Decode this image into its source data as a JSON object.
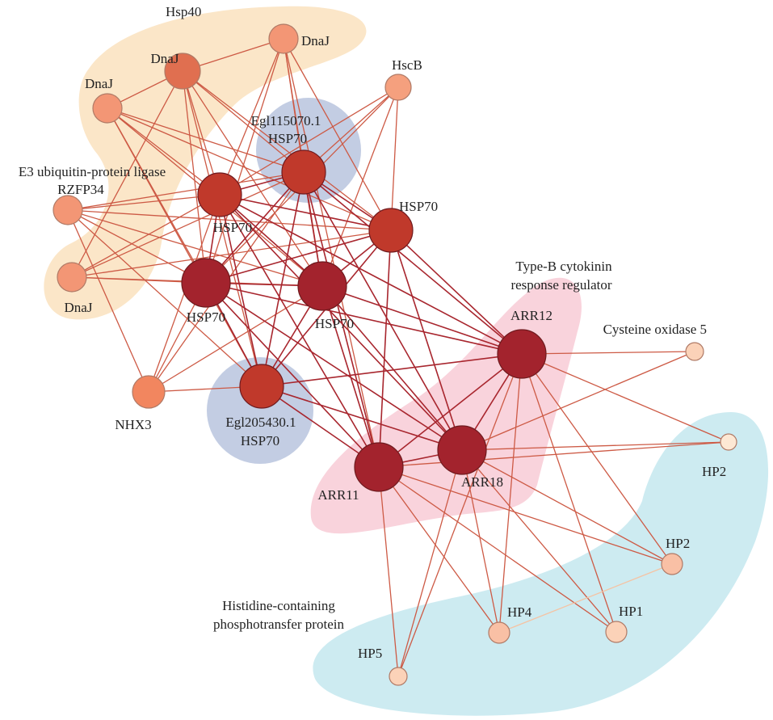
{
  "groups": [
    {
      "id": "hsp40",
      "label": "Hsp40",
      "color": "#fbe6c8"
    },
    {
      "id": "arr",
      "label_lines": [
        "Type-B cytokinin",
        "response regulator"
      ],
      "color": "#f9d3dc"
    },
    {
      "id": "hp",
      "label_lines": [
        "Histidine-containing",
        "phosphotransfer protein"
      ],
      "color": "#cdebf1"
    },
    {
      "id": "egl1",
      "color": "#c3cde3"
    },
    {
      "id": "egl2",
      "color": "#c3cde3"
    }
  ],
  "nodes": [
    {
      "id": "n1",
      "label": [
        "DnaJ"
      ],
      "color": "#e06f50"
    },
    {
      "id": "n2",
      "label": [
        "DnaJ"
      ],
      "color": "#f39675"
    },
    {
      "id": "n3",
      "label": [
        "DnaJ"
      ],
      "color": "#f39675"
    },
    {
      "id": "n4",
      "label": [
        "HscB"
      ],
      "color": "#f5a07e"
    },
    {
      "id": "n5",
      "label": [
        "Egl115070.1",
        "HSP70"
      ],
      "color": "#c0392b"
    },
    {
      "id": "n6",
      "label": [
        "HSP70"
      ],
      "color": "#c0392b"
    },
    {
      "id": "n7",
      "label": [
        "E3 ubiquitin-protein ligase",
        "RZFP34"
      ],
      "color": "#f39675"
    },
    {
      "id": "n8",
      "label": [
        "HSP70"
      ],
      "color": "#c0392b"
    },
    {
      "id": "n9",
      "label": [
        "DnaJ"
      ],
      "color": "#f39675"
    },
    {
      "id": "n10",
      "label": [
        "HSP70"
      ],
      "color": "#a3232d"
    },
    {
      "id": "n11",
      "label": [
        "HSP70"
      ],
      "color": "#a3232d"
    },
    {
      "id": "n12",
      "label": [
        "NHX3"
      ],
      "color": "#f2865f"
    },
    {
      "id": "n13",
      "label": [
        "Egl205430.1",
        "HSP70"
      ],
      "color": "#c0392b"
    },
    {
      "id": "n14",
      "label": [
        "ARR12"
      ],
      "color": "#a3232d"
    },
    {
      "id": "n15",
      "label": [
        "ARR11"
      ],
      "color": "#a3232d"
    },
    {
      "id": "n16",
      "label": [
        "ARR18"
      ],
      "color": "#a3232d"
    },
    {
      "id": "n17",
      "label": [
        "Cysteine oxidase 5"
      ],
      "color": "#fbd2b8"
    },
    {
      "id": "n18",
      "label": [
        "HP2"
      ],
      "color": "#fde8d4"
    },
    {
      "id": "n19",
      "label": [
        "HP2"
      ],
      "color": "#f9c0a5"
    },
    {
      "id": "n20",
      "label": [
        "HP4"
      ],
      "color": "#f9c0a5"
    },
    {
      "id": "n21",
      "label": [
        "HP1"
      ],
      "color": "#fbd2b8"
    },
    {
      "id": "n22",
      "label": [
        "HP5"
      ],
      "color": "#fbd2b8"
    }
  ],
  "edges": [
    [
      "n1",
      "n2"
    ],
    [
      "n1",
      "n3"
    ],
    [
      "n1",
      "n9"
    ],
    [
      "n1",
      "n6"
    ],
    [
      "n1",
      "n10"
    ],
    [
      "n1",
      "n11"
    ],
    [
      "n1",
      "n5"
    ],
    [
      "n1",
      "n8"
    ],
    [
      "n1",
      "n13"
    ],
    [
      "n2",
      "n6"
    ],
    [
      "n2",
      "n10"
    ],
    [
      "n2",
      "n11"
    ],
    [
      "n2",
      "n5"
    ],
    [
      "n2",
      "n8"
    ],
    [
      "n2",
      "n15"
    ],
    [
      "n3",
      "n6"
    ],
    [
      "n3",
      "n10"
    ],
    [
      "n3",
      "n11"
    ],
    [
      "n3",
      "n5"
    ],
    [
      "n3",
      "n8"
    ],
    [
      "n3",
      "n13"
    ],
    [
      "n4",
      "n6"
    ],
    [
      "n4",
      "n10"
    ],
    [
      "n4",
      "n5"
    ],
    [
      "n4",
      "n11"
    ],
    [
      "n4",
      "n8"
    ],
    [
      "n7",
      "n6"
    ],
    [
      "n7",
      "n10"
    ],
    [
      "n7",
      "n11"
    ],
    [
      "n7",
      "n5"
    ],
    [
      "n7",
      "n8"
    ],
    [
      "n7",
      "n12"
    ],
    [
      "n7",
      "n13"
    ],
    [
      "n9",
      "n6"
    ],
    [
      "n9",
      "n10"
    ],
    [
      "n9",
      "n11"
    ],
    [
      "n9",
      "n5"
    ],
    [
      "n9",
      "n8"
    ],
    [
      "n12",
      "n6"
    ],
    [
      "n12",
      "n10"
    ],
    [
      "n12",
      "n11"
    ],
    [
      "n12",
      "n5"
    ],
    [
      "n12",
      "n13"
    ],
    [
      "n5",
      "n6"
    ],
    [
      "n5",
      "n8"
    ],
    [
      "n5",
      "n10"
    ],
    [
      "n5",
      "n11"
    ],
    [
      "n5",
      "n13"
    ],
    [
      "n6",
      "n8"
    ],
    [
      "n6",
      "n10"
    ],
    [
      "n6",
      "n11"
    ],
    [
      "n6",
      "n13"
    ],
    [
      "n8",
      "n10"
    ],
    [
      "n8",
      "n11"
    ],
    [
      "n8",
      "n13"
    ],
    [
      "n10",
      "n11"
    ],
    [
      "n10",
      "n13"
    ],
    [
      "n11",
      "n13"
    ],
    [
      "n5",
      "n14"
    ],
    [
      "n5",
      "n15"
    ],
    [
      "n5",
      "n16"
    ],
    [
      "n6",
      "n14"
    ],
    [
      "n6",
      "n15"
    ],
    [
      "n6",
      "n16"
    ],
    [
      "n8",
      "n14"
    ],
    [
      "n8",
      "n15"
    ],
    [
      "n8",
      "n16"
    ],
    [
      "n10",
      "n14"
    ],
    [
      "n10",
      "n15"
    ],
    [
      "n10",
      "n16"
    ],
    [
      "n11",
      "n14"
    ],
    [
      "n11",
      "n15"
    ],
    [
      "n11",
      "n16"
    ],
    [
      "n13",
      "n14"
    ],
    [
      "n13",
      "n15"
    ],
    [
      "n13",
      "n16"
    ],
    [
      "n14",
      "n15"
    ],
    [
      "n14",
      "n16"
    ],
    [
      "n15",
      "n16"
    ],
    [
      "n14",
      "n17"
    ],
    [
      "n14",
      "n18"
    ],
    [
      "n14",
      "n19"
    ],
    [
      "n14",
      "n20"
    ],
    [
      "n14",
      "n21"
    ],
    [
      "n14",
      "n22"
    ],
    [
      "n15",
      "n18"
    ],
    [
      "n15",
      "n19"
    ],
    [
      "n15",
      "n20"
    ],
    [
      "n15",
      "n21"
    ],
    [
      "n15",
      "n22"
    ],
    [
      "n16",
      "n17"
    ],
    [
      "n16",
      "n18"
    ],
    [
      "n16",
      "n19"
    ],
    [
      "n16",
      "n20"
    ],
    [
      "n16",
      "n21"
    ],
    [
      "n16",
      "n22"
    ],
    [
      "n19",
      "n20"
    ]
  ],
  "edge_colors": {
    "strong": "#a8262e",
    "medium": "#cd5a45",
    "light": "#f5c3a3"
  }
}
